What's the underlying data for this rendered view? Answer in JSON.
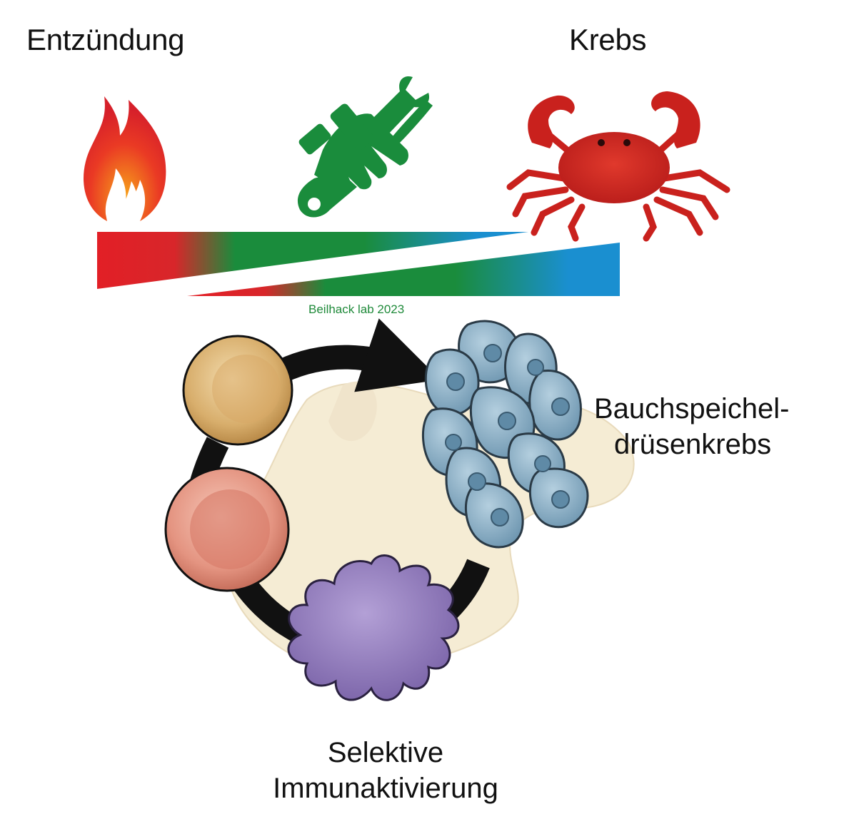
{
  "labels": {
    "inflammation": "Entzündung",
    "cancer": "Krebs",
    "credit": "Beilhack lab 2023",
    "pancreatic_cancer_line1": "Bauchspeichel-",
    "pancreatic_cancer_line2": "drüsenkrebs",
    "immune_line1": "Selektive",
    "immune_line2": "Immunaktivierung"
  },
  "icons": {
    "left": "flame-icon",
    "middle": "repair-wrench-hand-icon",
    "right": "crab-icon"
  },
  "colors": {
    "flame": "#e83324",
    "repair": "#1a8c3c",
    "crab": "#d42a22",
    "gradient_red": "#e0202a",
    "gradient_green": "#1a8c3c",
    "gradient_blue": "#1a8fd0",
    "tumor_cell": "#8fb3c9",
    "cell_tan": "#d4a764",
    "cell_salmon": "#e08f80",
    "dendritic_cell": "#8a73b5",
    "pancreas": "#f4ead0"
  }
}
